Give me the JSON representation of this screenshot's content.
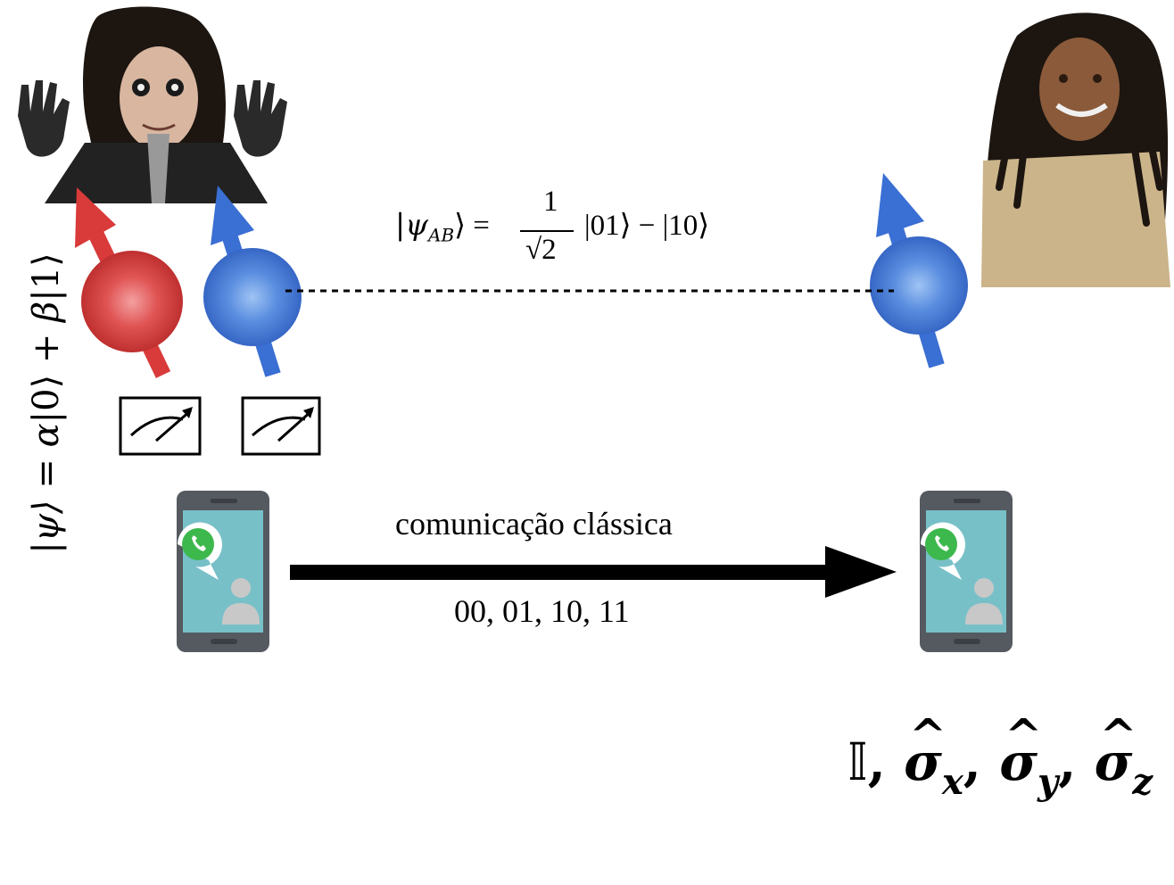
{
  "state_label": {
    "psi": "|ψ⟩",
    "eq": " = ",
    "alpha": "α",
    "ket0": "|0⟩",
    "plus": " + ",
    "beta": "β",
    "ket1": "|1⟩"
  },
  "entangled_state": {
    "lhs": "|ψ",
    "lhs_sub": "AB",
    "lhs_close": "⟩ =",
    "numerator": "1",
    "denominator": "√2",
    "rhs": "|01⟩ − |10⟩"
  },
  "channel": {
    "label": "comunicação clássica",
    "bits": "00, 01, 10, 11"
  },
  "operations": {
    "identity": "𝕀",
    "sep": ", ",
    "sigma": "σ",
    "sub_x": "x",
    "sub_y": "y",
    "sub_z": "z"
  },
  "colors": {
    "red_spin": "#d93a3a",
    "blue_spin": "#3a6fd4",
    "phone_body": "#555a60",
    "phone_screen": "#78c0c8",
    "whatsapp": "#3db84c",
    "person": "#c8c8c8",
    "hair": "#1c1510",
    "skin": "#c9a07c"
  },
  "icons": [
    "meter-icon",
    "phone-icon",
    "whatsapp-icon",
    "person-icon"
  ]
}
